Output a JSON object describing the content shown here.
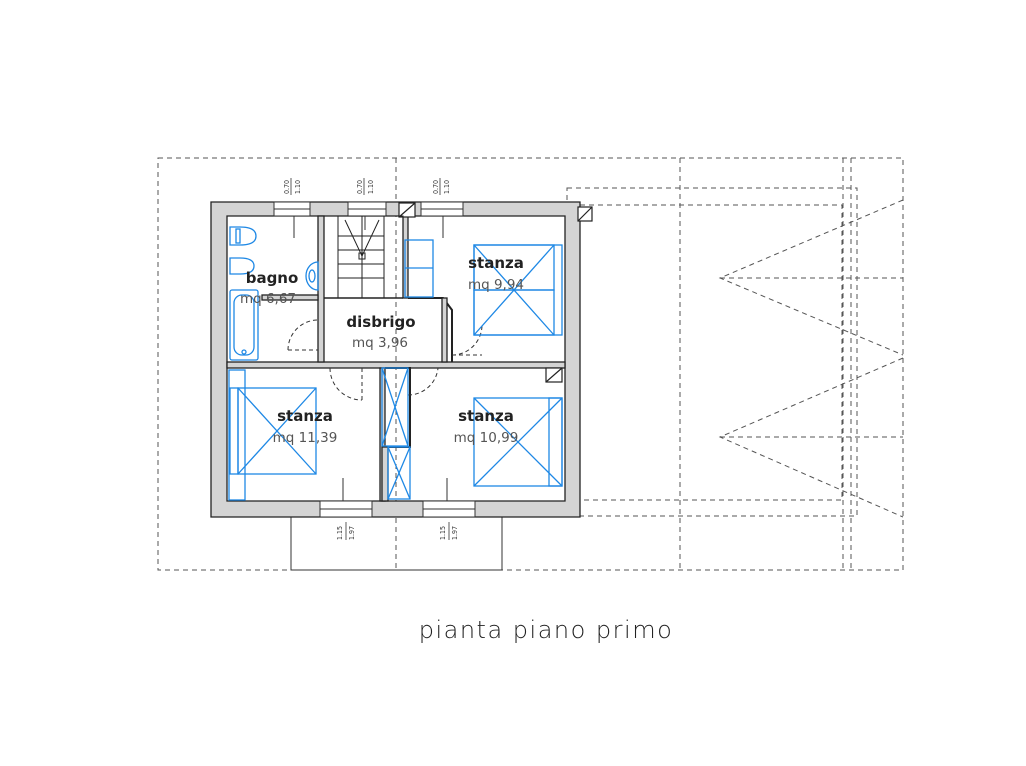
{
  "rooms": {
    "bagno": {
      "name": "bagno",
      "area": "mq 6,67"
    },
    "disbrigo": {
      "name": "disbrigo",
      "area": "mq 3,96"
    },
    "stanza_ne": {
      "name": "stanza",
      "area": "mq 9,94"
    },
    "stanza_sw": {
      "name": "stanza",
      "area": "mq 11,39"
    },
    "stanza_se": {
      "name": "stanza",
      "area": "mq 10,99"
    }
  },
  "windows": {
    "top_left": {
      "h1": "0.70",
      "h2": "1.10"
    },
    "top_center": {
      "h1": "0.70",
      "h2": "1.10"
    },
    "top_right": {
      "h1": "0.70",
      "h2": "1.10"
    },
    "bottom_left": {
      "h1": "1.15",
      "h2": "1.97"
    },
    "bottom_right": {
      "h1": "1.15",
      "h2": "1.97"
    }
  },
  "drawing_title": "pianta piano primo",
  "colors": {
    "wall": "#d4d4d4",
    "line": "#222222",
    "fixture": "#1e88e5",
    "dashed": "#555555"
  }
}
